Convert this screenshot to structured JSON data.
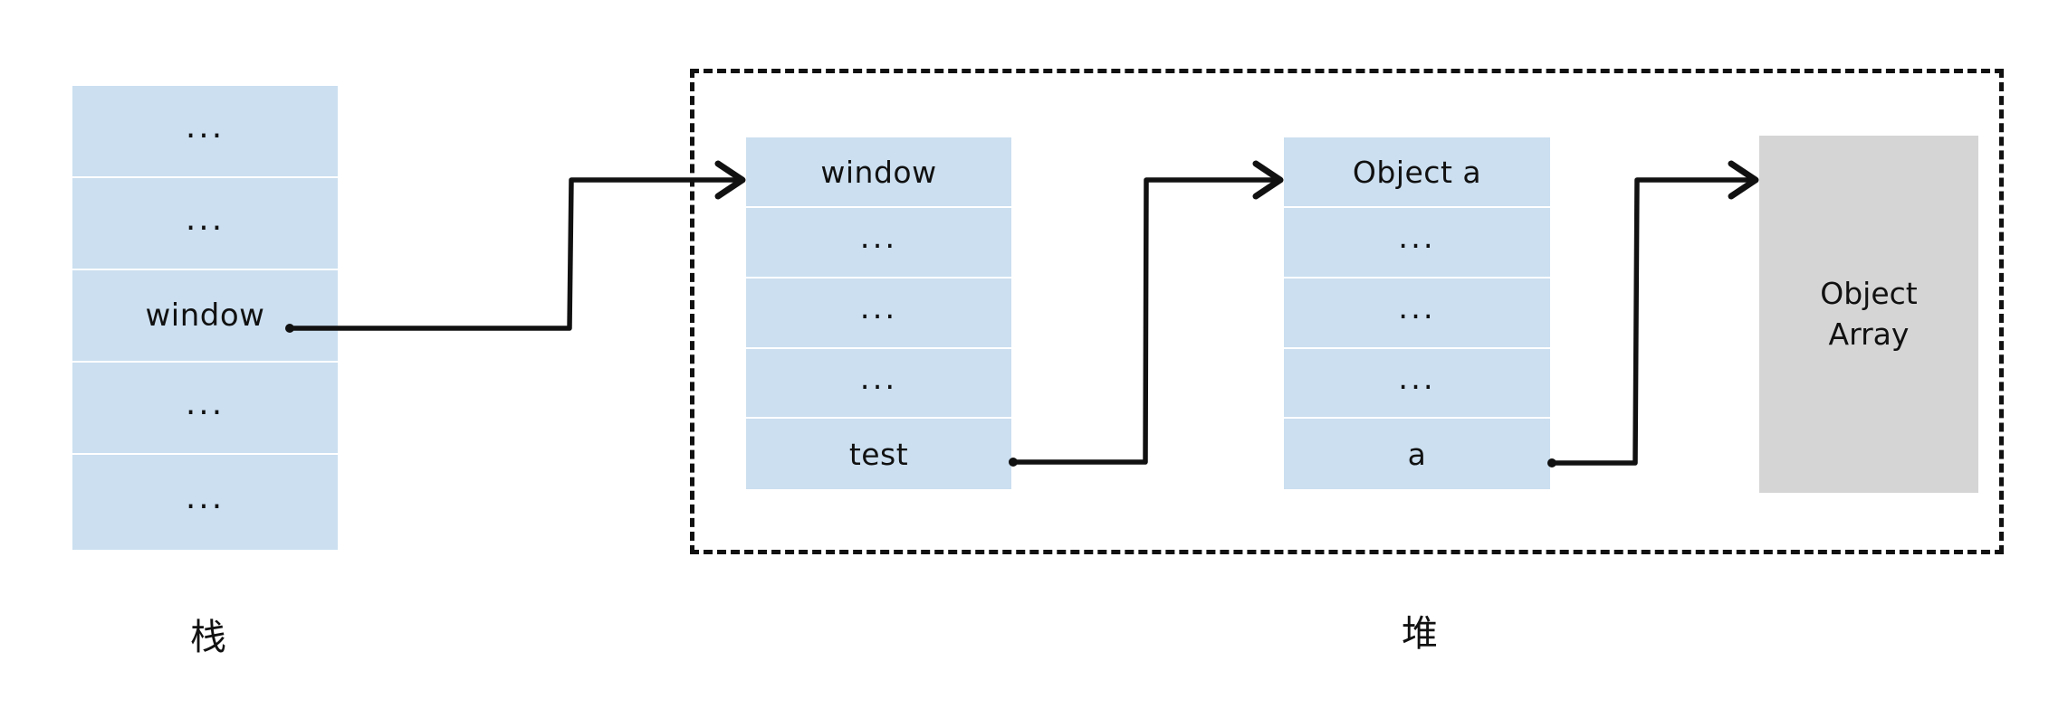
{
  "diagram": {
    "title_visible": false,
    "colors": {
      "cell_fill": "#cbdff0",
      "object_array_fill": "#d5d5d5",
      "stroke": "#111111",
      "background": "#ffffff"
    }
  },
  "stack": {
    "label": "栈",
    "cells": [
      {
        "text": "..."
      },
      {
        "text": "..."
      },
      {
        "text": "window"
      },
      {
        "text": "..."
      },
      {
        "text": "..."
      }
    ]
  },
  "heap": {
    "label": "堆",
    "objects": [
      {
        "name": "window-object",
        "cells": [
          {
            "text": "window"
          },
          {
            "text": "..."
          },
          {
            "text": "..."
          },
          {
            "text": "..."
          },
          {
            "text": "test"
          }
        ]
      },
      {
        "name": "object-a",
        "cells": [
          {
            "text": "Object a"
          },
          {
            "text": "..."
          },
          {
            "text": "..."
          },
          {
            "text": "..."
          },
          {
            "text": "a"
          }
        ]
      }
    ],
    "object_array": {
      "line1": "Object",
      "line2": "Array"
    }
  },
  "arrows": [
    {
      "name": "stack-window-to-heap-window",
      "from": "stack window slot",
      "to": "heap window object"
    },
    {
      "name": "heap-test-to-object-a",
      "from": "window.test slot",
      "to": "Object a"
    },
    {
      "name": "object-a-a-to-object-array",
      "from": "Object a.a slot",
      "to": "Object Array"
    }
  ]
}
